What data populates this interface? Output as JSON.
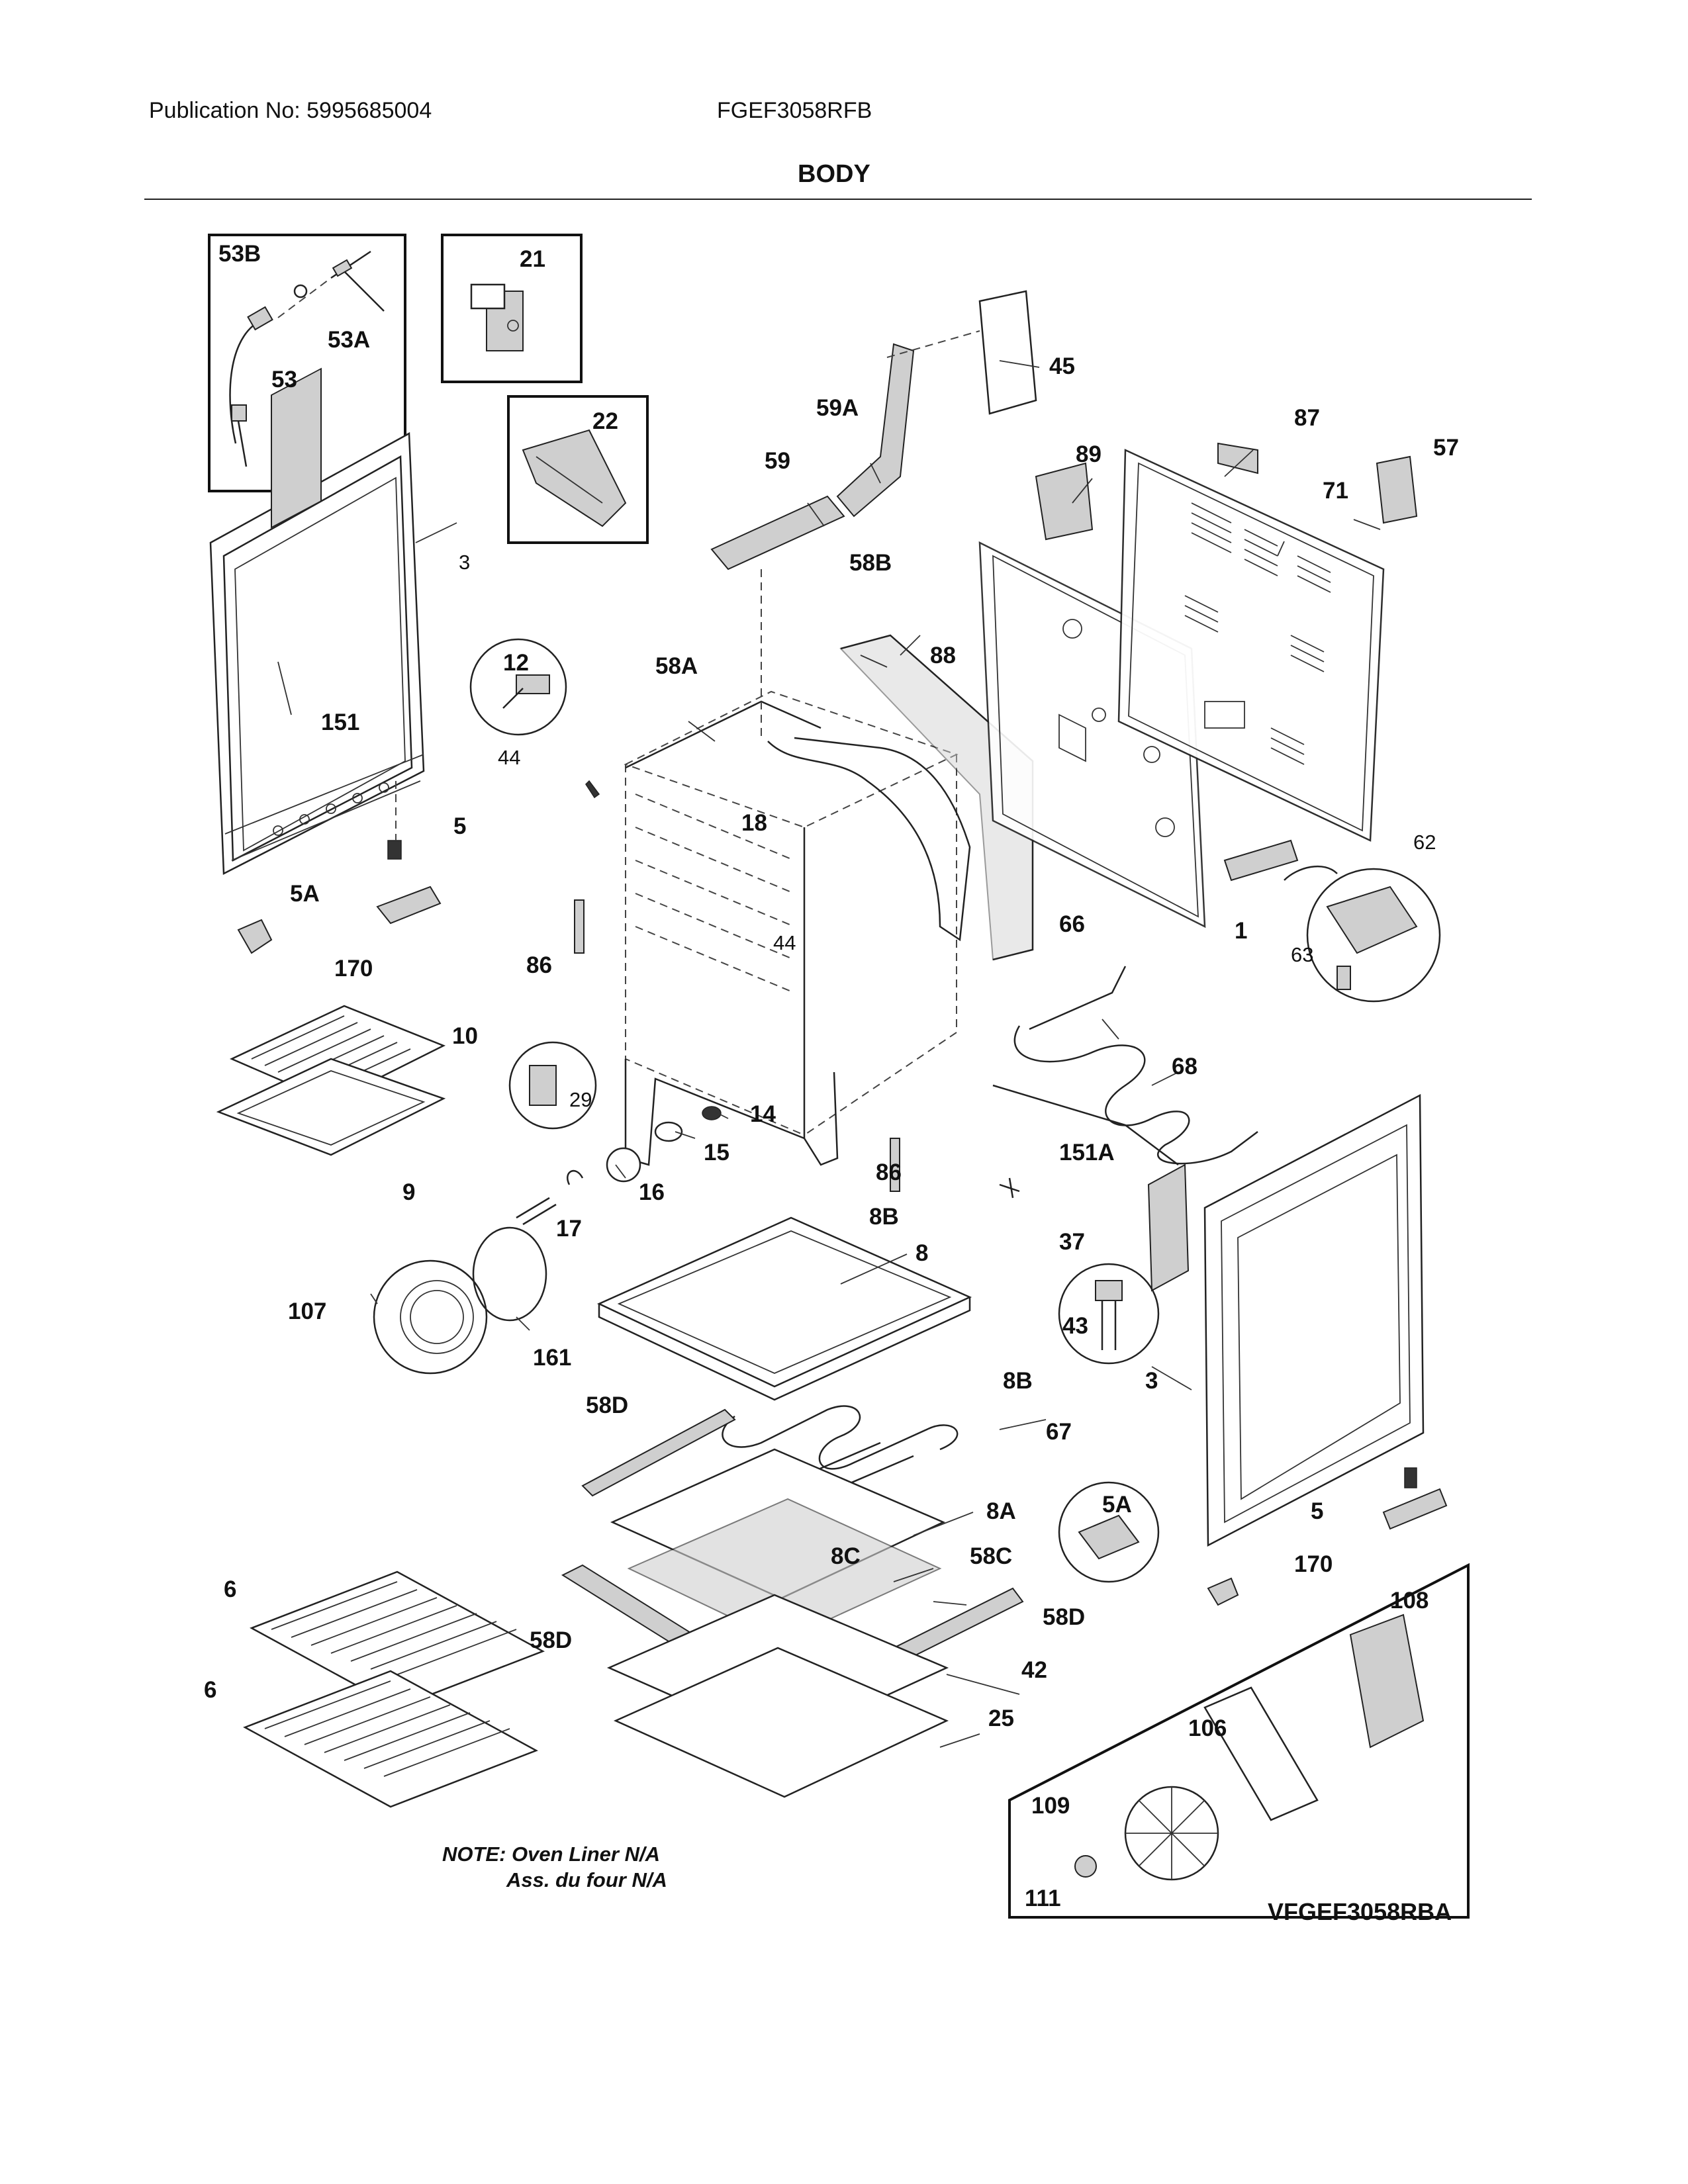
{
  "header": {
    "publication": "Publication No: 5995685004",
    "model": "FGEF3058RFB",
    "section_title": "BODY"
  },
  "note": {
    "line1": "NOTE: Oven Liner N/A",
    "line2": "Ass. du four N/A"
  },
  "reference_code": "VFGEF3058RBA",
  "callouts": {
    "c53b": "53B",
    "c53a": "53A",
    "c53": "53",
    "c21": "21",
    "c22": "22",
    "c3a": "3",
    "c151": "151",
    "c5a": "5",
    "c5Aa": "5A",
    "c170a": "170",
    "c12": "12",
    "c44a": "44",
    "c58A": "58A",
    "c58B": "58B",
    "c59": "59",
    "c59A": "59A",
    "c45": "45",
    "c88": "88",
    "c89": "89",
    "c87": "87",
    "c71": "71",
    "c57": "57",
    "c18": "18",
    "c86a": "86",
    "c44b": "44",
    "c62": "62",
    "c63": "63",
    "c1": "1",
    "c66": "66",
    "c68": "68",
    "c10": "10",
    "c9": "9",
    "c29": "29",
    "c14": "14",
    "c15": "15",
    "c16": "16",
    "c17": "17",
    "c86b": "86",
    "c151A": "151A",
    "c37": "37",
    "c107": "107",
    "c161": "161",
    "c8B1": "8B",
    "c8": "8",
    "c43": "43",
    "c8B2": "8B",
    "c3b": "3",
    "c58D1": "58D",
    "c67": "67",
    "c5Ab": "5A",
    "c8A": "8A",
    "c5b": "5",
    "c170b": "170",
    "c8C": "8C",
    "c58C": "58C",
    "c58D2": "58D",
    "c58D3": "58D",
    "c6a": "6",
    "c6b": "6",
    "c42": "42",
    "c25": "25",
    "c108": "108",
    "c106": "106",
    "c109": "109",
    "c111": "111"
  }
}
